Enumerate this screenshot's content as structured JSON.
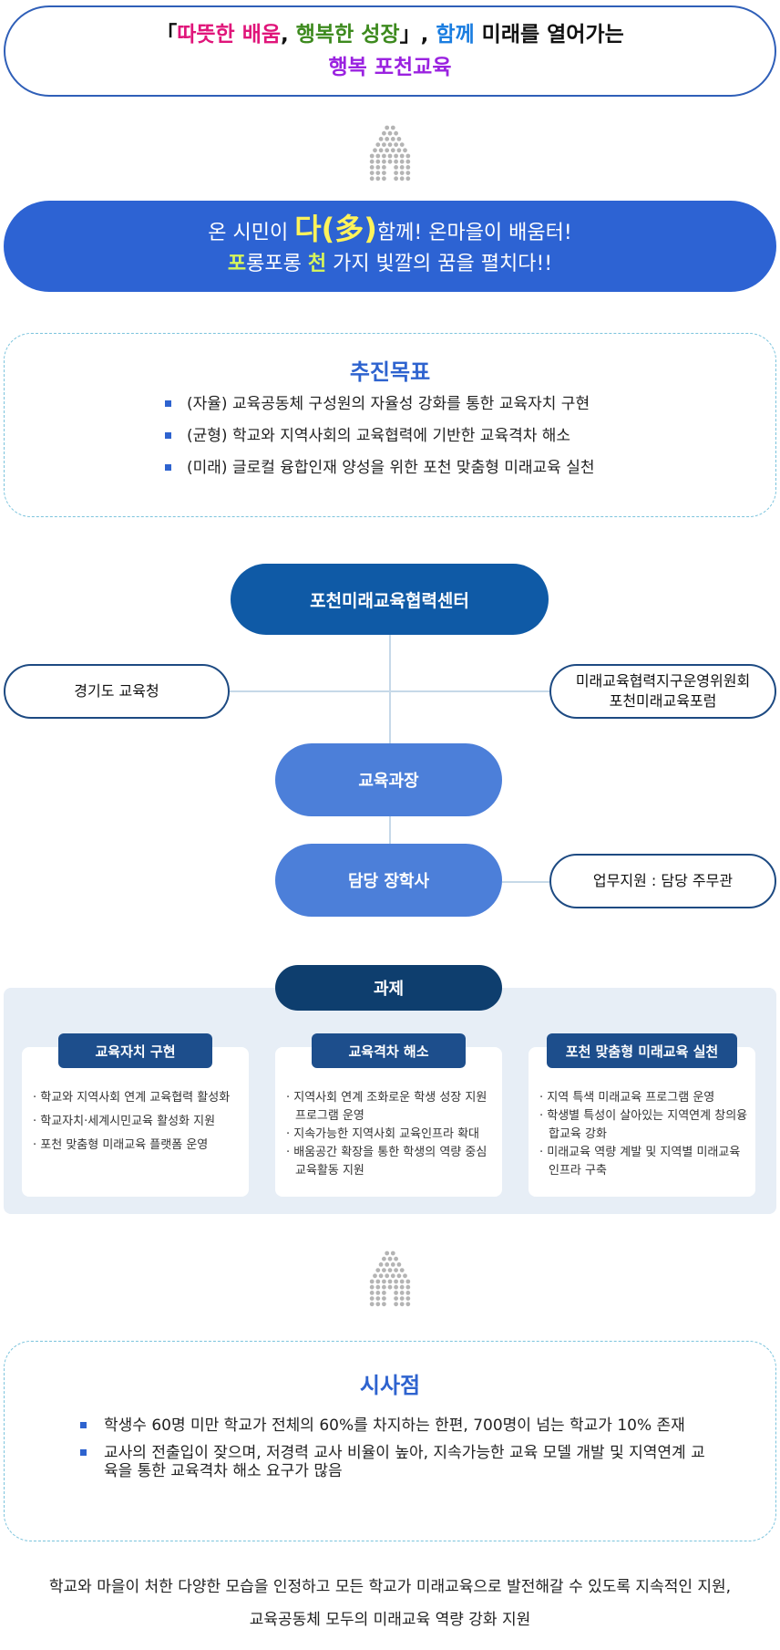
{
  "vision": {
    "line1": [
      {
        "text": "「",
        "color": "black"
      },
      {
        "text": "따뜻한 배움",
        "color": "pink"
      },
      {
        "text": ", ",
        "color": "black"
      },
      {
        "text": "행복한 성장",
        "color": "green"
      },
      {
        "text": "」, ",
        "color": "black"
      },
      {
        "text": "함께",
        "color": "blue"
      },
      {
        "text": " 미래를 열어가는",
        "color": "black"
      }
    ],
    "line2": "행복 포천교육"
  },
  "slogan": {
    "line1_pre": "온 시민이 ",
    "line1_big": "다(多)",
    "line1_post": "함께! 온마을이 배움터!",
    "line2_hl1": "포",
    "line2_mid": "롱포롱 ",
    "line2_hl2": "천",
    "line2_post": " 가지 빛깔의 꿈을 펼치다!!"
  },
  "goals": {
    "title": "추진목표",
    "items": [
      "(자율) 교육공동체 구성원의 자율성 강화를 통한 교육자치 구현",
      "(균형) 학교와 지역사회의 교육협력에 기반한 교육격차 해소",
      "(미래) 글로컬 융합인재 양성을 위한 포천 맞춤형 미래교육 실천"
    ]
  },
  "org": {
    "center": "포천미래교육협력센터",
    "left": "경기도 교육청",
    "right_line1": "미래교육협력지구운영위원회",
    "right_line2": "포천미래교육포럼",
    "curriculum": "교육과장",
    "supervisor": "담당 장학사",
    "support": "업무지원 : 담당 주무관"
  },
  "tasks": {
    "title": "과제",
    "cards": [
      {
        "head": "교육자치 구현",
        "items": [
          "· 학교와 지역사회 연계 교육협력 활성화",
          "· 학교자치·세계시민교육 활성화 지원",
          "· 포천 맞춤형 미래교육 플랫폼 운영"
        ]
      },
      {
        "head": "교육격차 해소",
        "items": [
          "· 지역사회 연계 조화로운 학생 성장 지원 프로그램 운영",
          "· 지속가능한 지역사회 교육인프라 확대",
          "· 배움공간 확장을 통한 학생의 역량 중심 교육활동 지원"
        ]
      },
      {
        "head": "포천 맞춤형 미래교육 실천",
        "items": [
          "· 지역 특색 미래교육 프로그램 운영",
          "· 학생별 특성이 살아있는 지역연계 창의융합교육 강화",
          "· 미래교육 역량 계발 및 지역별 미래교육 인프라 구축"
        ]
      }
    ]
  },
  "implications": {
    "title": "시사점",
    "items": [
      "학생수 60명 미만 학교가 전체의 60%를 차지하는 한편, 700명이 넘는 학교가 10% 존재",
      "교사의 전출입이 잦으며, 저경력 교사 비율이 높아, 지속가능한 교육 모델 개발 및 지역연계 교육을 통한 교육격차 해소 요구가 많음"
    ]
  },
  "footer": {
    "line1": "학교와 마을이 처한 다양한 모습을 인정하고 모든 학교가 미래교육으로 발전해갈 수 있도록 지속적인 지원,",
    "line2": "교육공동체 모두의 미래교육 역량 강화 지원"
  },
  "colors": {
    "pink": "#e0157a",
    "green": "#3d8a1e",
    "blue": "#1a7de0",
    "black": "#111111",
    "purple": "#9a22e0",
    "primary": "#2d63d3",
    "navy": "#0f5aa6"
  },
  "icons": [
    "dotted-up-arrow-icon"
  ]
}
